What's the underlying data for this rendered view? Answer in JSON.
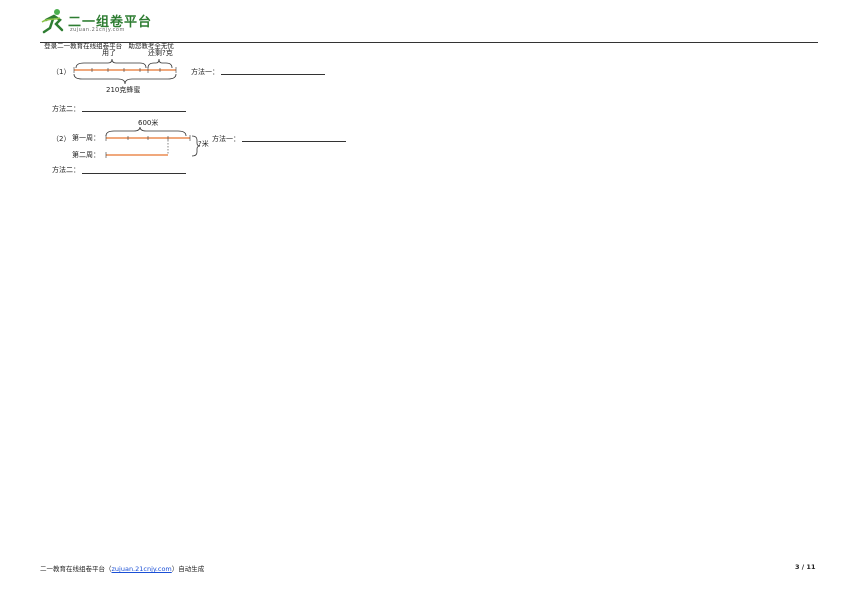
{
  "header": {
    "logo_text": "二一组卷平台",
    "logo_sub": "zujuan.21cnjy.com",
    "login_text": "登录二一教育在线组卷平台",
    "slogan": "助您教考全无忧"
  },
  "q1": {
    "label": "（1）",
    "top_used": "用了",
    "top_left": "还剩?克",
    "bottom": "210克蜂蜜",
    "method1": "方法一：",
    "method2": "方法二："
  },
  "q2": {
    "label": "（2）",
    "week1": "第一周：",
    "week2": "第二周：",
    "top": "600米",
    "right": "?米",
    "method1": "方法一：",
    "method2": "方法二："
  },
  "footer": {
    "prefix": "二一教育在线组卷平台（",
    "link": "zujuan.21cnjy.com",
    "suffix": "）自动生成",
    "page": "3 / 11"
  },
  "colors": {
    "line_orange": "#e8742f",
    "logo_green": "#2e7d32",
    "link_blue": "#1a4fd6"
  }
}
